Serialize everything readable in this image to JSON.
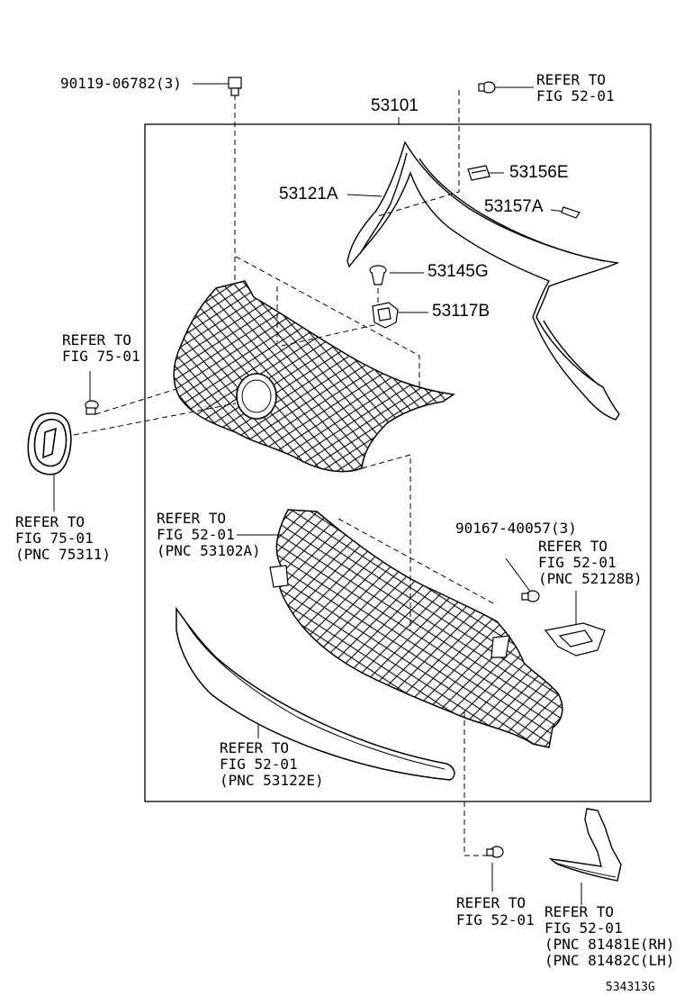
{
  "callouts": {
    "bolt_top": "90119-06782(3)",
    "assembly": "53101",
    "refer_top_1": "REFER TO",
    "refer_top_2": "FIG 52-01",
    "part_53156e": "53156E",
    "part_53121a": "53121A",
    "part_53157a": "53157A",
    "part_53145g": "53145G",
    "part_53117b": "53117B",
    "refer_bolt_left_1": "REFER TO",
    "refer_bolt_left_2": "FIG 75-01",
    "refer_emblem_1": "REFER TO",
    "refer_emblem_2": "FIG 75-01",
    "refer_emblem_3": "(PNC 75311)",
    "refer_grille_1": "REFER TO",
    "refer_grille_2": "FIG 52-01",
    "refer_grille_3": "(PNC 53102A)",
    "bolt_right": "90167-40057(3)",
    "refer_bracket_1": "REFER TO",
    "refer_bracket_2": "FIG 52-01",
    "refer_bracket_3": "(PNC 52128B)",
    "refer_molding_1": "REFER TO",
    "refer_molding_2": "FIG 52-01",
    "refer_molding_3": "(PNC 53122E)",
    "refer_bottom_clip_1": "REFER TO",
    "refer_bottom_clip_2": "FIG 52-01",
    "refer_garnish_1": "REFER TO",
    "refer_garnish_2": "FIG 52-01",
    "refer_garnish_3": "(PNC 81481E(RH)",
    "refer_garnish_4": "(PNC 81482C(LH)",
    "figure_id": "534313G"
  }
}
